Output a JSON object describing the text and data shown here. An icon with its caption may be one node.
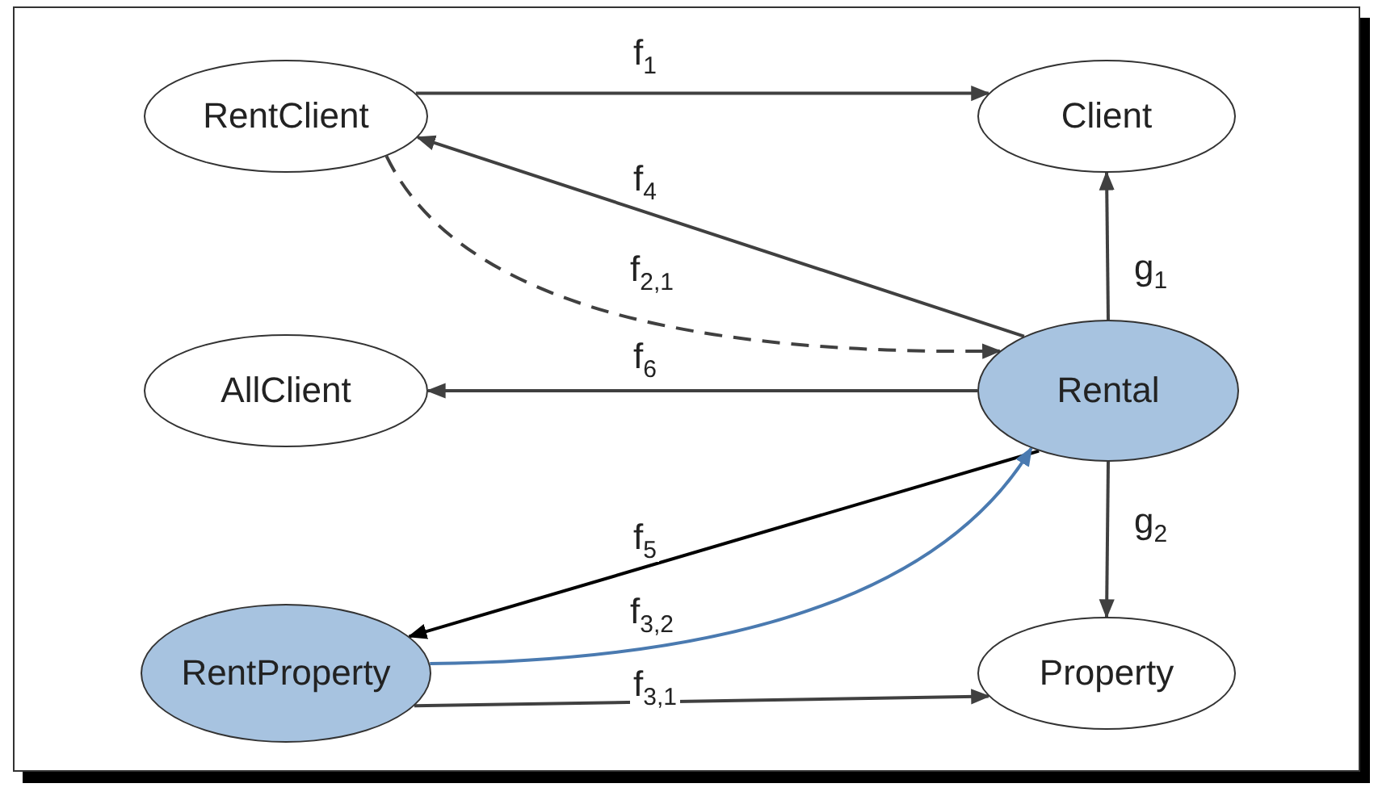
{
  "diagram": {
    "nodes": [
      {
        "text": [
          "RentClient"
        ]
      },
      {
        "text": [
          "Client"
        ]
      },
      {
        "text": [
          "AllClient"
        ]
      },
      {
        "text": [
          "Rental"
        ]
      },
      {
        "text": [
          "RentProperty"
        ]
      },
      {
        "text": [
          "Property"
        ]
      }
    ],
    "edges": [
      {
        "from": 0,
        "to": 1,
        "arrow": "to",
        "label": "f$_{1}$"
      },
      {
        "from": 3,
        "to": 0,
        "arrow": "to",
        "label": "f$_{4}$"
      },
      {
        "from": 0,
        "to": 3,
        "arrow": "to",
        "label": "f$_{2,1}$",
        "style": "dashed"
      },
      {
        "from": 3,
        "to": 2,
        "arrow": "to",
        "label": "f$_{6}$"
      },
      {
        "from": 3,
        "to": 1,
        "arrow": "to",
        "label": "g$_{1}$"
      },
      {
        "from": 3,
        "to": 5,
        "arrow": "to",
        "label": "g$_{2}$"
      },
      {
        "from": 3,
        "to": 4,
        "arrow": "to",
        "label": "f$_{5}$",
        "color": "#000000"
      },
      {
        "from": 4,
        "to": 3,
        "arrow": "to",
        "label": "f$_{3,2}$",
        "color": "#4a7ab0"
      },
      {
        "from": 4,
        "to": 5,
        "arrow": "to",
        "label": "f$_{3,1}$"
      }
    ]
  }
}
